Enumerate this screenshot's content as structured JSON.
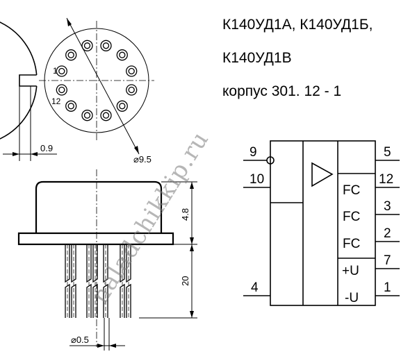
{
  "title": {
    "line1": "К140УД1А, К140УД1Б,",
    "line2": "К140УД1В",
    "line3": "корпус 301. 12 - 1"
  },
  "top_view": {
    "pin_label_first": "1",
    "pin_label_last": "12",
    "diameter_label": "⌀9.5",
    "tab_width_label": "0.9"
  },
  "side_view": {
    "height_label": "4.8",
    "lead_length_label": "20",
    "lead_diameter_label": "⌀0.5"
  },
  "symbol": {
    "left_pins": [
      {
        "number": "9"
      },
      {
        "number": "10"
      },
      {
        "number": "4"
      }
    ],
    "right_pins": [
      {
        "number": "5",
        "function": ""
      },
      {
        "number": "12",
        "function": "FC"
      },
      {
        "number": "3",
        "function": "FC"
      },
      {
        "number": "2",
        "function": "FC"
      },
      {
        "number": "7",
        "function": "+U"
      },
      {
        "number": "1",
        "function": "-U"
      }
    ]
  },
  "watermark": "naladchikkip.ru"
}
